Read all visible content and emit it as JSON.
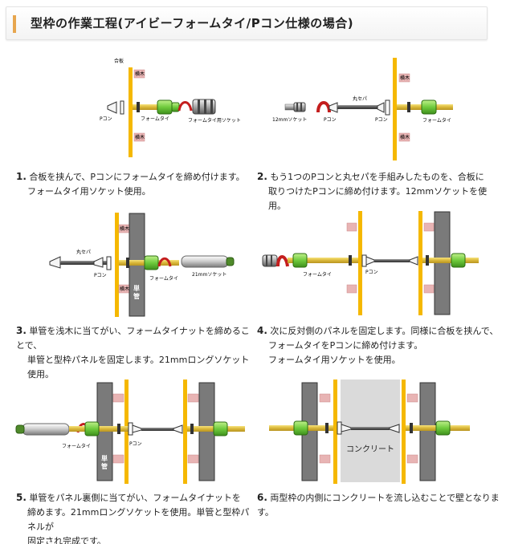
{
  "header": {
    "title": "型枠の作業工程(アイビーフォームタイ/Pコン仕様の場合)"
  },
  "labels": {
    "gouita": "合板",
    "yokotaki": "横木",
    "pcon": "Pコン",
    "formtie": "フォームタイ",
    "formtie_socket": "フォームタイ用ソケット",
    "socket12": "12mmソケット",
    "marusepa": "丸セパ",
    "socket21": "21mmソケット",
    "tankan": "単管",
    "concrete": "コンクリート"
  },
  "steps": [
    {
      "num": "1.",
      "lines": [
        "合板を挟んで、Pコンにフォームタイを締め付けます。",
        "フォームタイ用ソケット使用。"
      ]
    },
    {
      "num": "2.",
      "lines": [
        "もう1つのPコンと丸セパを手組みしたものを、合板に",
        "取りつけたPコンに締め付けます。12mmソケットを使用。"
      ]
    },
    {
      "num": "3.",
      "lines": [
        "単管を浅木に当てがい、フォームタイナットを締めることで、",
        "単管と型枠パネルを固定します。21mmロングソケット使用。"
      ]
    },
    {
      "num": "4.",
      "lines": [
        "次に反対側のパネルを固定します。同様に合板を挟んで、",
        "フォームタイをPコンに締め付けます。",
        "フォームタイ用ソケットを使用。"
      ]
    },
    {
      "num": "5.",
      "lines": [
        "単管をパネル裏側に当てがい、フォームタイナットを",
        "締めます。21mmロングソケットを使用。単管と型枠パネルが",
        "固定され完成です。"
      ]
    },
    {
      "num": "6.",
      "lines": [
        "両型枠の内側にコンクリートを流し込むことで壁となります。"
      ]
    }
  ]
}
